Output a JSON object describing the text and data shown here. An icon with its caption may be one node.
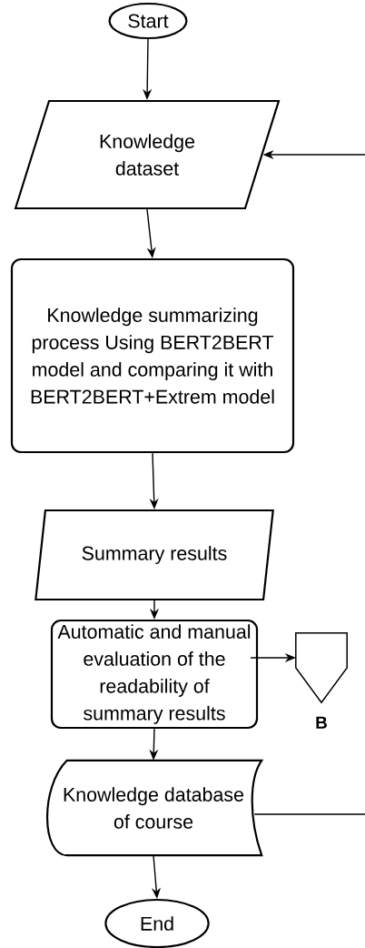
{
  "diagram": {
    "nodes": [
      {
        "text": [
          "Start"
        ]
      },
      {
        "text": [
          "Knowledge dataset"
        ]
      },
      {
        "text": [
          "Knowledge summarizing process Using BERT2BERT model and comparing it with BERT2BERT+Extrem model"
        ]
      },
      {
        "text": [
          "Summary results"
        ]
      },
      {
        "text": [
          "Automatic and manual evaluation of the readability of summary results"
        ]
      },
      {
        "text": [],
        "shape": "pentagon",
        "beside": [
          "B"
        ]
      },
      {
        "text": [
          "Knowledge database of course"
        ]
      },
      {
        "text": [
          "End"
        ]
      }
    ],
    "edges": [
      {
        "from": 0,
        "to": 1,
        "arrow": "to"
      },
      {
        "from": 1,
        "to": 2,
        "arrow": "to"
      },
      {
        "from": 2,
        "to": 3,
        "arrow": "to"
      },
      {
        "from": 3,
        "to": 4,
        "arrow": "to"
      },
      {
        "from": 4,
        "to": 5,
        "arrow": "to"
      },
      {
        "from": 4,
        "to": 6,
        "arrow": "to"
      },
      {
        "from": 6,
        "to": 7,
        "arrow": "to"
      },
      {
        "from": null,
        "to": 1,
        "arrow": "to"
      },
      {
        "from": 6,
        "to": null,
        "arrow": "none"
      }
    ]
  }
}
